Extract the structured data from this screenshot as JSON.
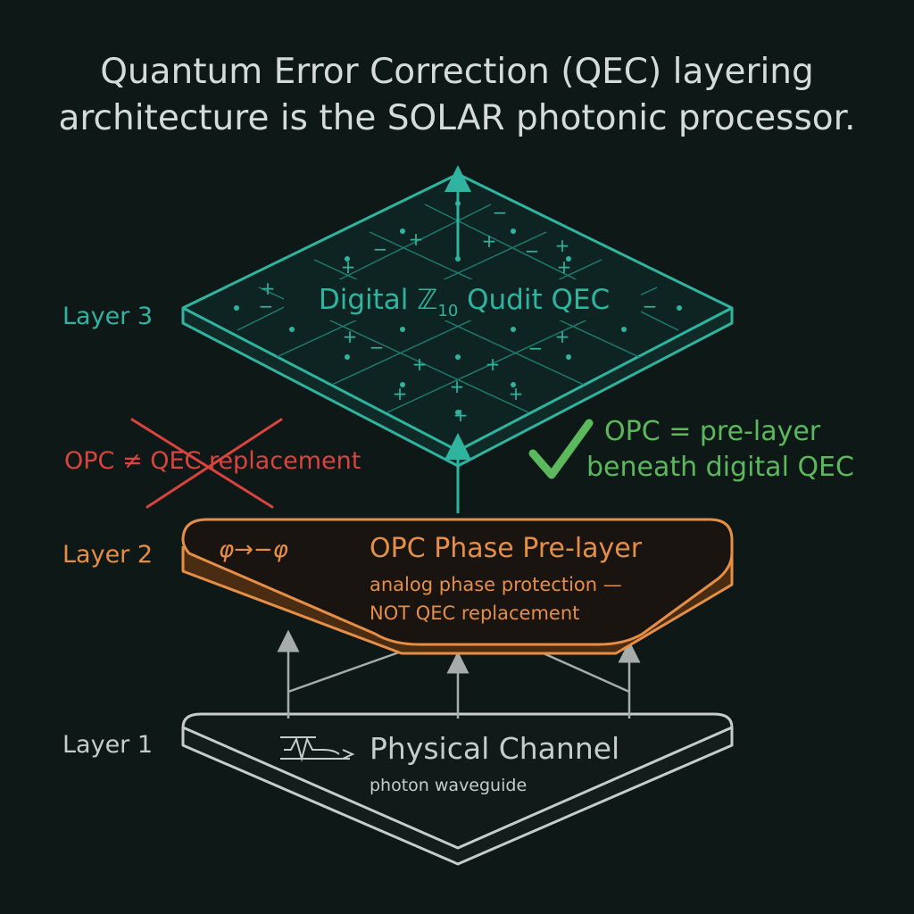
{
  "title": {
    "line1": "Quantum Error Correction (QEC) layering",
    "line2": "architecture is the SOLAR photonic processor."
  },
  "colors": {
    "background": "#0d1817",
    "title": "#d4dbd8",
    "layer3": "#2fb4a0",
    "layer2": "#e58f46",
    "layer1": "#c6cccb",
    "negative": "#d9443f",
    "positive": "#5cb85c",
    "arrow_gray": "#a5acaa"
  },
  "layers": {
    "layer3": {
      "label": "Layer 3",
      "name_prefix": "Digital ",
      "name_symbol": "ℤ",
      "name_subscript": "10",
      "name_suffix": " Qudit QEC",
      "grid_signs": [
        "+",
        "−",
        "+",
        "+",
        "−",
        "+",
        "−",
        "+",
        "−",
        "+",
        "+",
        "+",
        "−",
        "+",
        "+",
        "+",
        "−",
        "+",
        "−",
        "+",
        "+"
      ]
    },
    "layer2": {
      "label": "Layer 2",
      "formula": "φ→−φ",
      "name": "OPC Phase Pre-layer",
      "sub1": "analog phase protection —",
      "sub2": "NOT QEC replacement"
    },
    "layer1": {
      "label": "Layer 1",
      "icon": "waveform-icon",
      "name": "Physical Channel",
      "sub": "photon waveguide"
    }
  },
  "annotations": {
    "negative": {
      "text_prefix": "OPC ≠ ",
      "text_struck": "QEC",
      "text_suffix": " replacement",
      "icon": "cross-icon"
    },
    "positive": {
      "line1": "OPC = pre-layer",
      "line2": "beneath digital QEC",
      "icon": "checkmark-icon"
    }
  }
}
